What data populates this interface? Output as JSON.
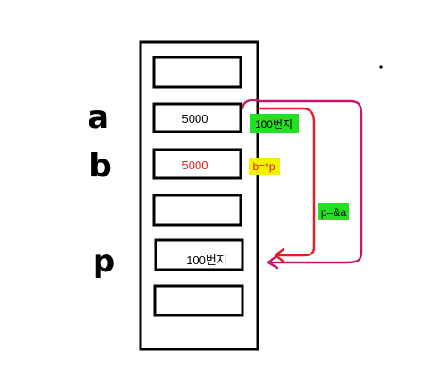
{
  "variable_labels": {
    "a": "a",
    "b": "b",
    "p": "p"
  },
  "cells": [
    {
      "value": ""
    },
    {
      "value": "5000"
    },
    {
      "value": "5000"
    },
    {
      "value": ""
    },
    {
      "value": "100번지"
    },
    {
      "value": ""
    }
  ],
  "annotations": {
    "address_tag": "100번지",
    "deref_tag": "b=*p",
    "address_of_tag": "p=&a"
  },
  "colors": {
    "ink": "#000000",
    "red_text": "#e02020",
    "arrow_magenta": "#c21a6e",
    "arrow_red": "#e0202a",
    "green_tag": "#22e022",
    "yellow_tag": "#f2f200",
    "background": "#ffffff"
  }
}
